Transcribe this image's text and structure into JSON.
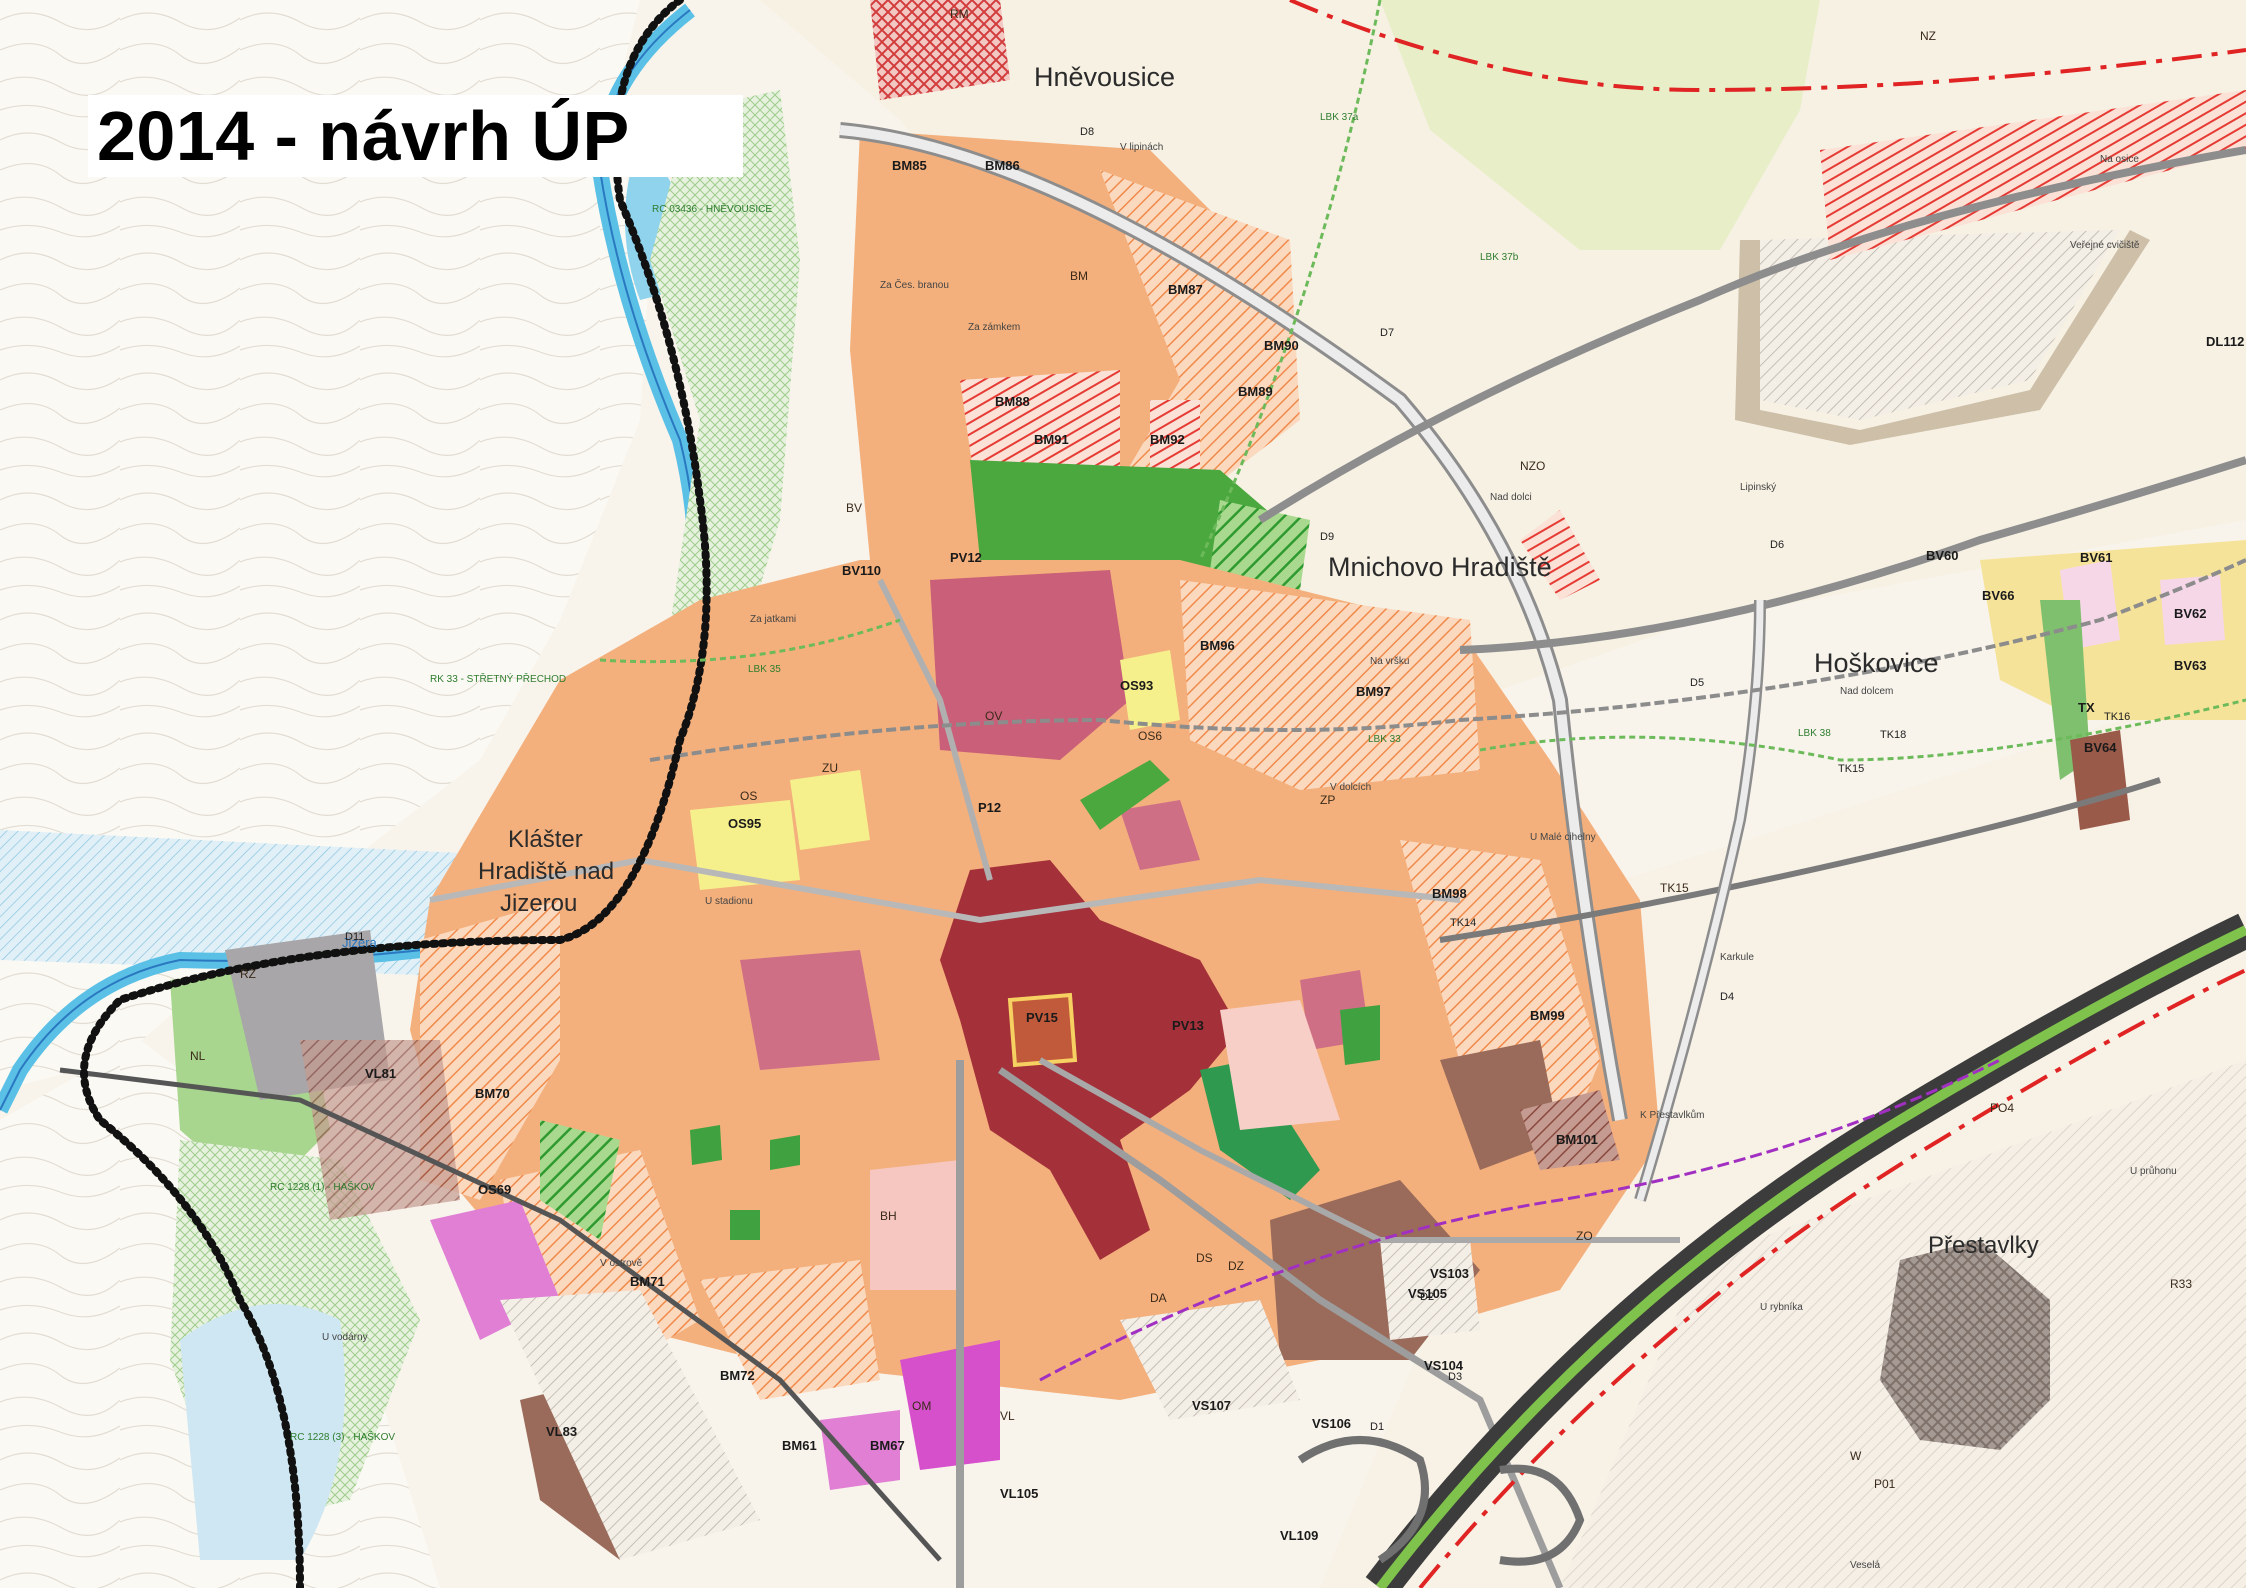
{
  "title": "2014 - návrh ÚP",
  "places": {
    "hnevousice": "Hněvousice",
    "mnichovo": "Mnichovo Hradiště",
    "hoskovice": "Hoškovice",
    "klaster_1": "Klášter",
    "klaster_2": "Hradiště nad",
    "klaster_3": "Jizerou",
    "prestavlky": "Přestavlky"
  },
  "river": "Jizera",
  "localities": {
    "v_lipinach": "V lipinách",
    "na_osice": "Na osice",
    "za_cast_branou": "Za Čes. branou",
    "za_zamkem": "Za zámkem",
    "nad_doli": "Nad dolci",
    "lipinsky": "Lipinský",
    "na_vrsku": "Na vršku",
    "za_jatkami": "Za jatkami",
    "v_dolcich": "V dolcích",
    "u_stadionu": "U stadionu",
    "nad_dolcem": "Nad dolcem",
    "u_male_cihelny": "U Malé cihelny",
    "karkule": "Karkule",
    "k_prestavlkum": "K Přestavlkům",
    "u_vodarny": "U vodárny",
    "u_rybnika": "U rybníka",
    "u_prihonu": "U průhonu",
    "v_ostrove": "V ostrově",
    "verejne_cviste": "Veřejné cvičiště",
    "vesela": "Veselá"
  },
  "green_links": {
    "rc_hnevousice": "RC 03436 - HNĚVOUSICE",
    "rk_stretny": "RK 33 - STŘETNÝ PŘECHOD",
    "rc_haskov_1": "RC 1228 (1) - HAŠKOV",
    "rc_haskov_2": "RC 1228 (3) - HAŠKOV",
    "lbk_37a": "LBK 37a",
    "lbk_37b": "LBK 37b",
    "lbk_33": "LBK 33",
    "lbk_38": "LBK 38",
    "lbk_35": "LBK 35"
  },
  "roads": [
    "D8",
    "D7",
    "D9",
    "D6",
    "D5",
    "D4",
    "D3",
    "D2",
    "D1",
    "D11",
    "TK15",
    "TK14",
    "TK18",
    "TK16"
  ],
  "zone_codes": {
    "bm85": "BM85",
    "bm86": "BM86",
    "bm87": "BM87",
    "bm88": "BM88",
    "bm89": "BM89",
    "bm90": "BM90",
    "bm91": "BM91",
    "bm92": "BM92",
    "bm96": "BM96",
    "bm97": "BM97",
    "bm98": "BM98",
    "bm99": "BM99",
    "bm101": "BM101",
    "bm70": "BM70",
    "bm71": "BM71",
    "bm72": "BM72",
    "bm61": "BM61",
    "bm67": "BM67",
    "bv110": "BV110",
    "bv60": "BV60",
    "bv61": "BV61",
    "bv62": "BV62",
    "bv63": "BV63",
    "bv64": "BV64",
    "bv66": "BV66",
    "os93": "OS93",
    "os95": "OS95",
    "os69": "OS69",
    "pv12": "PV12",
    "pv15": "PV15",
    "pv13": "PV13",
    "p12": "P12",
    "vl81": "VL81",
    "vl83": "VL83",
    "vl105": "VL105",
    "vl109": "VL109",
    "vs105": "VS105",
    "vs103": "VS103",
    "vs104": "VS104",
    "vs107": "VS107",
    "vs106": "VS106",
    "dl112": "DL112",
    "tx": "TX",
    "rm": "RM",
    "nz": "NZ",
    "nzo": "NZO",
    "ov": "OV",
    "bh": "BH",
    "bm": "BM",
    "rz": "RZ",
    "zo": "ZO",
    "ds": "DS",
    "da": "DA",
    "om": "OM",
    "po4": "PO4",
    "r33": "R33",
    "zp": "ZP",
    "dz": "DZ",
    "bv": "BV",
    "os": "OS",
    "zu": "ZU",
    "nl": "NL",
    "os6": "OS6",
    "vl": "VL",
    "w": "W",
    "p01": "P01",
    "tk15": "TK15"
  },
  "colors": {
    "residential_orange": "#f4b07c",
    "residential_hatch": "#f08a4b",
    "historic_core": "#a4303a",
    "civic_pink": "#cf6f86",
    "green": "#3fa13f",
    "water": "#5bc0e6",
    "industry": "#9a6b5a",
    "commerce": "#d64fcb",
    "rail": "#505050",
    "boundary": "#111111",
    "red_dash": "#e02424"
  }
}
